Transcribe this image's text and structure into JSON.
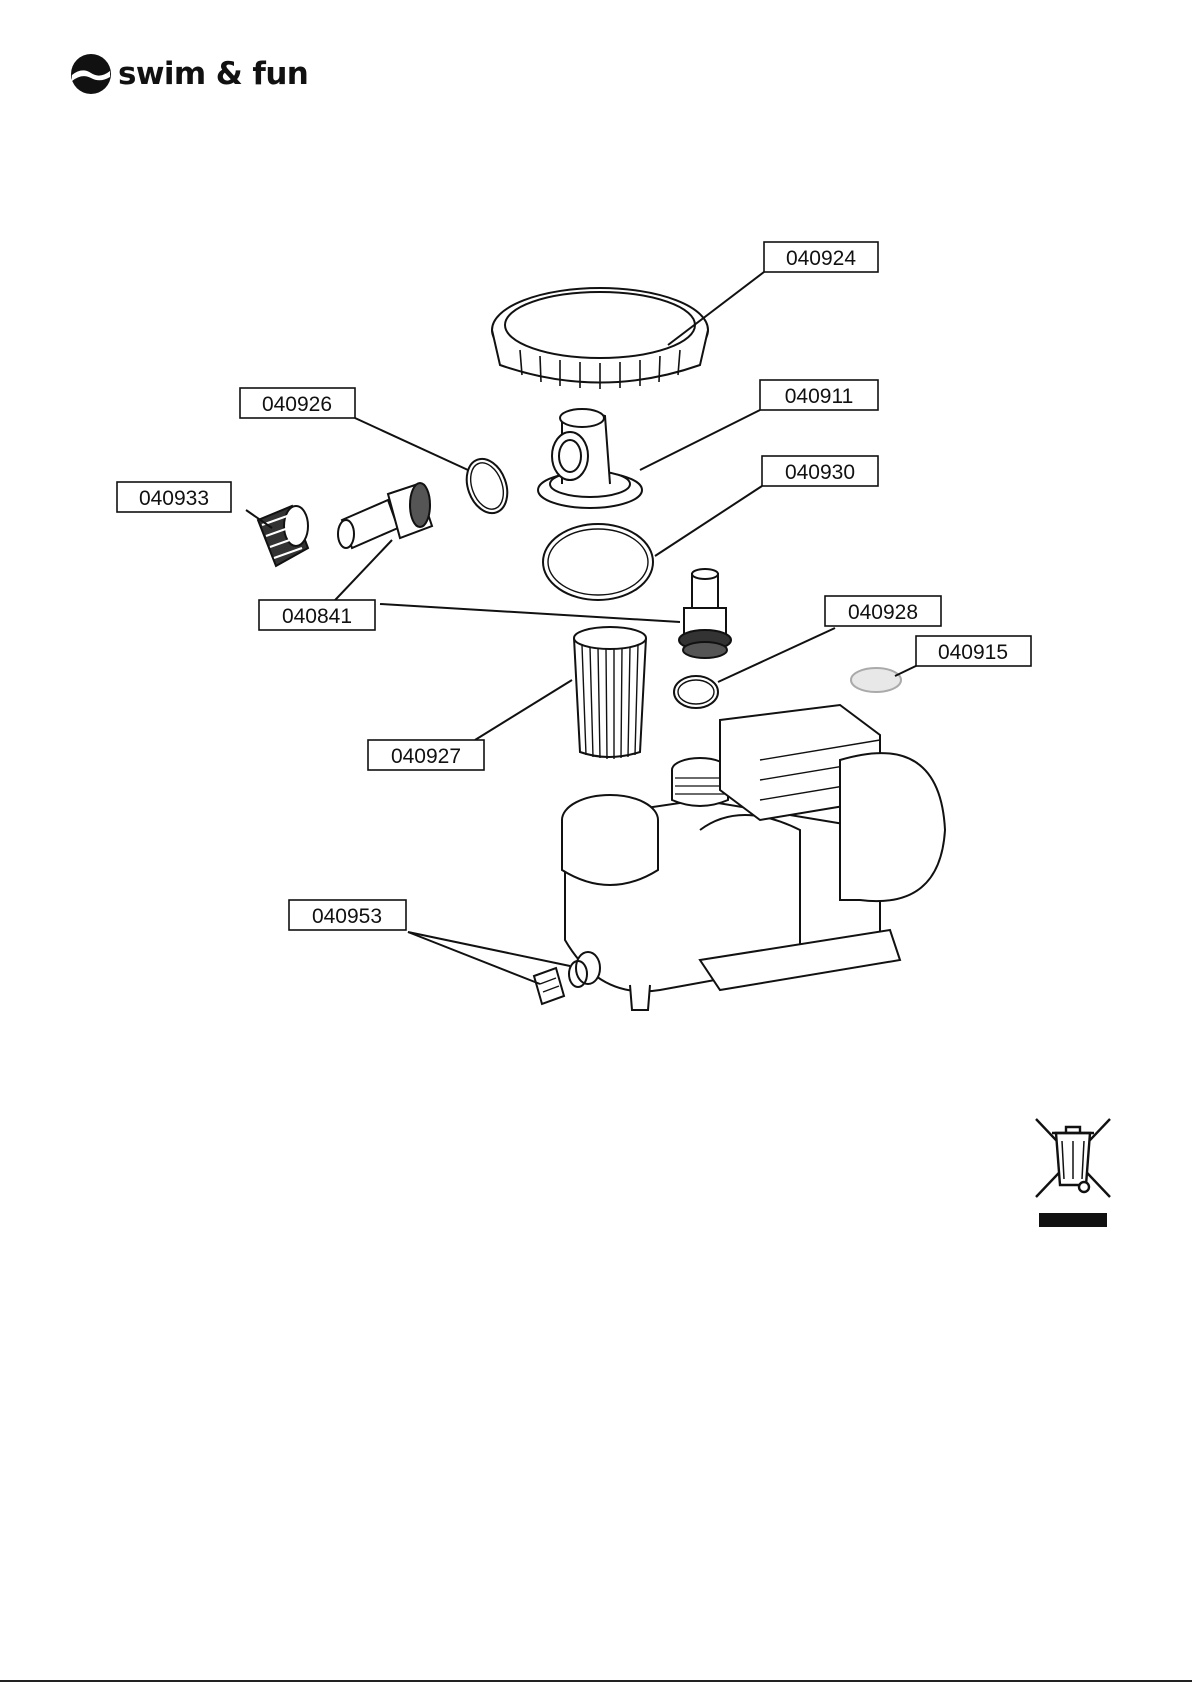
{
  "brand": {
    "name": "swim & fun",
    "logo_icon": "swim-fun-wave-logo-icon"
  },
  "diagram": {
    "parts": [
      {
        "id": "p1",
        "code": "040924",
        "part": "lid"
      },
      {
        "id": "p2",
        "code": "040911",
        "part": "lid-adapter"
      },
      {
        "id": "p3",
        "code": "040926",
        "part": "small-o-ring"
      },
      {
        "id": "p4",
        "code": "040930",
        "part": "large-o-ring"
      },
      {
        "id": "p5",
        "code": "040933",
        "part": "union-nut"
      },
      {
        "id": "p6",
        "code": "040841",
        "part": "hose-connector"
      },
      {
        "id": "p7",
        "code": "040928",
        "part": "o-ring"
      },
      {
        "id": "p8",
        "code": "040915",
        "part": "seal-disc"
      },
      {
        "id": "p9",
        "code": "040927",
        "part": "strainer-basket"
      },
      {
        "id": "p10",
        "code": "040953",
        "part": "drain-plug"
      }
    ]
  },
  "weee_symbol": {
    "icon": "crossed-out-wheelie-bin-icon"
  }
}
